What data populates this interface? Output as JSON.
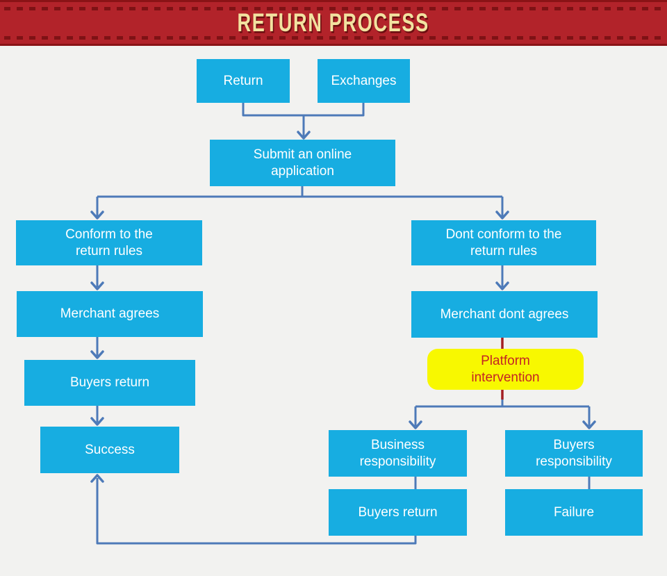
{
  "header": {
    "title": "RETURN PROCESS"
  },
  "colors": {
    "page_bg": "#f2f2f0",
    "banner_bg": "#b2232a",
    "banner_dash": "#7e1215",
    "banner_title": "#f2e2a0",
    "box_cyan": "#17ade1",
    "box_text": "#ffffff",
    "connector_blue": "#4d7ab8",
    "connector_red": "#a31e22",
    "platform_bg": "#f8f800",
    "platform_text": "#c42424"
  },
  "flowchart": {
    "nodes": [
      {
        "id": "return",
        "label": "Return"
      },
      {
        "id": "exchanges",
        "label": "Exchanges"
      },
      {
        "id": "submit",
        "label": "Submit an online\napplication"
      },
      {
        "id": "conform",
        "label": "Conform to the\nreturn rules"
      },
      {
        "id": "dont_conform",
        "label": "Dont conform to the\nreturn rules"
      },
      {
        "id": "merchant_agrees",
        "label": "Merchant agrees"
      },
      {
        "id": "merchant_dont_agrees",
        "label": "Merchant dont agrees"
      },
      {
        "id": "platform",
        "label": "Platform\nintervention"
      },
      {
        "id": "buyers_return_left",
        "label": "Buyers return"
      },
      {
        "id": "success",
        "label": "Success"
      },
      {
        "id": "business_resp",
        "label": "Business\nresponsibility"
      },
      {
        "id": "buyers_resp",
        "label": "Buyers\nresponsibility"
      },
      {
        "id": "buyers_return_right",
        "label": "Buyers return"
      },
      {
        "id": "failure",
        "label": "Failure"
      }
    ]
  }
}
